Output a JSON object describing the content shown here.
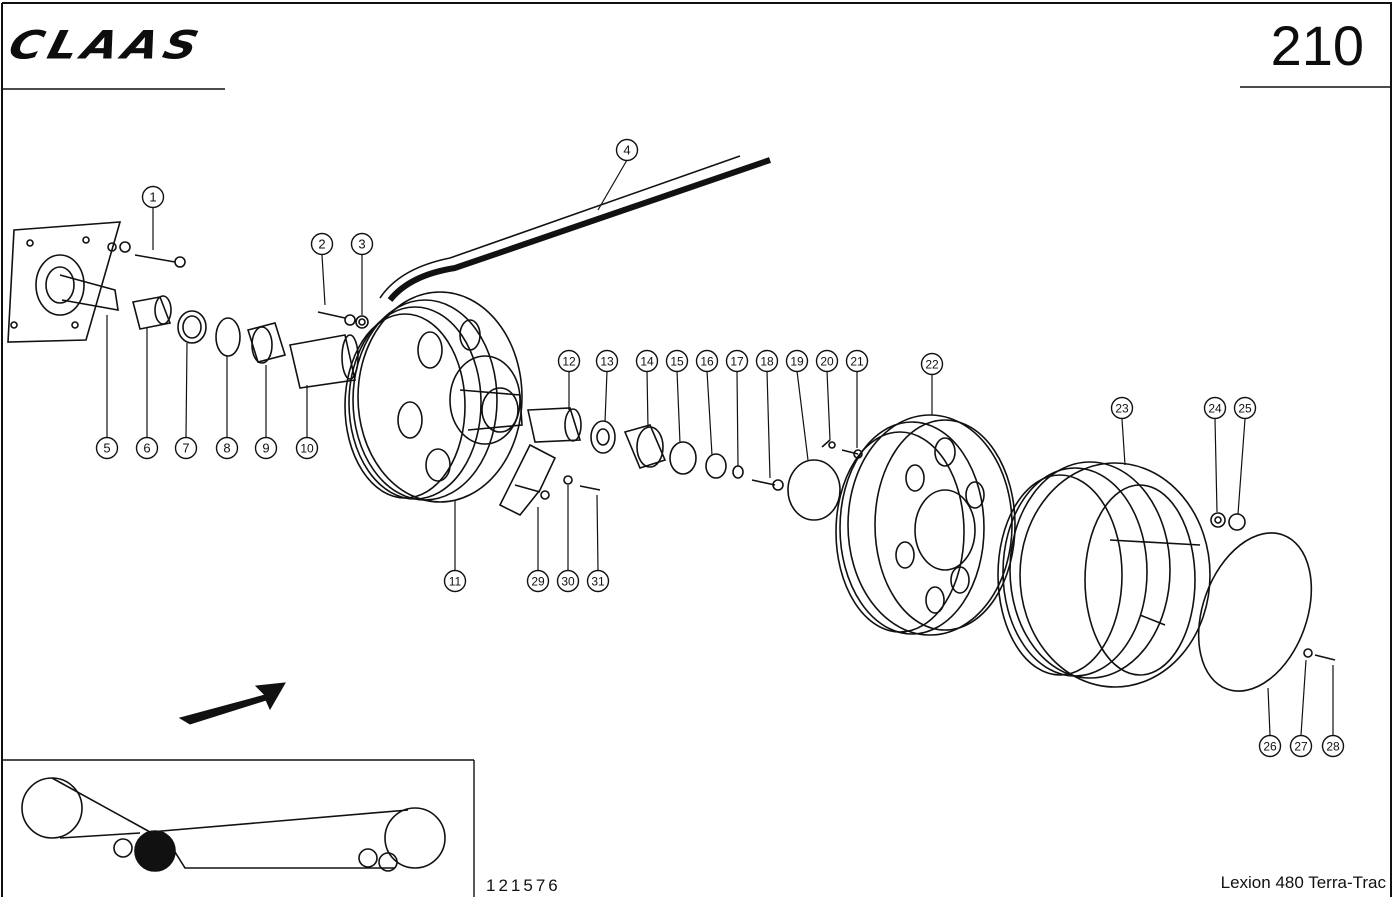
{
  "header": {
    "brand": "CLAAS",
    "page_number": "210"
  },
  "footer": {
    "drawing_number": "121576",
    "model": "Lexion 480 Terra-Trac"
  },
  "callouts": [
    "1",
    "2",
    "3",
    "4",
    "5",
    "6",
    "7",
    "8",
    "9",
    "10",
    "11",
    "12",
    "13",
    "14",
    "15",
    "16",
    "17",
    "18",
    "19",
    "20",
    "21",
    "22",
    "23",
    "24",
    "25",
    "26",
    "27",
    "28",
    "29",
    "30",
    "31"
  ],
  "icons": {
    "direction": "arrow-icon",
    "brand": "claas-logo"
  }
}
